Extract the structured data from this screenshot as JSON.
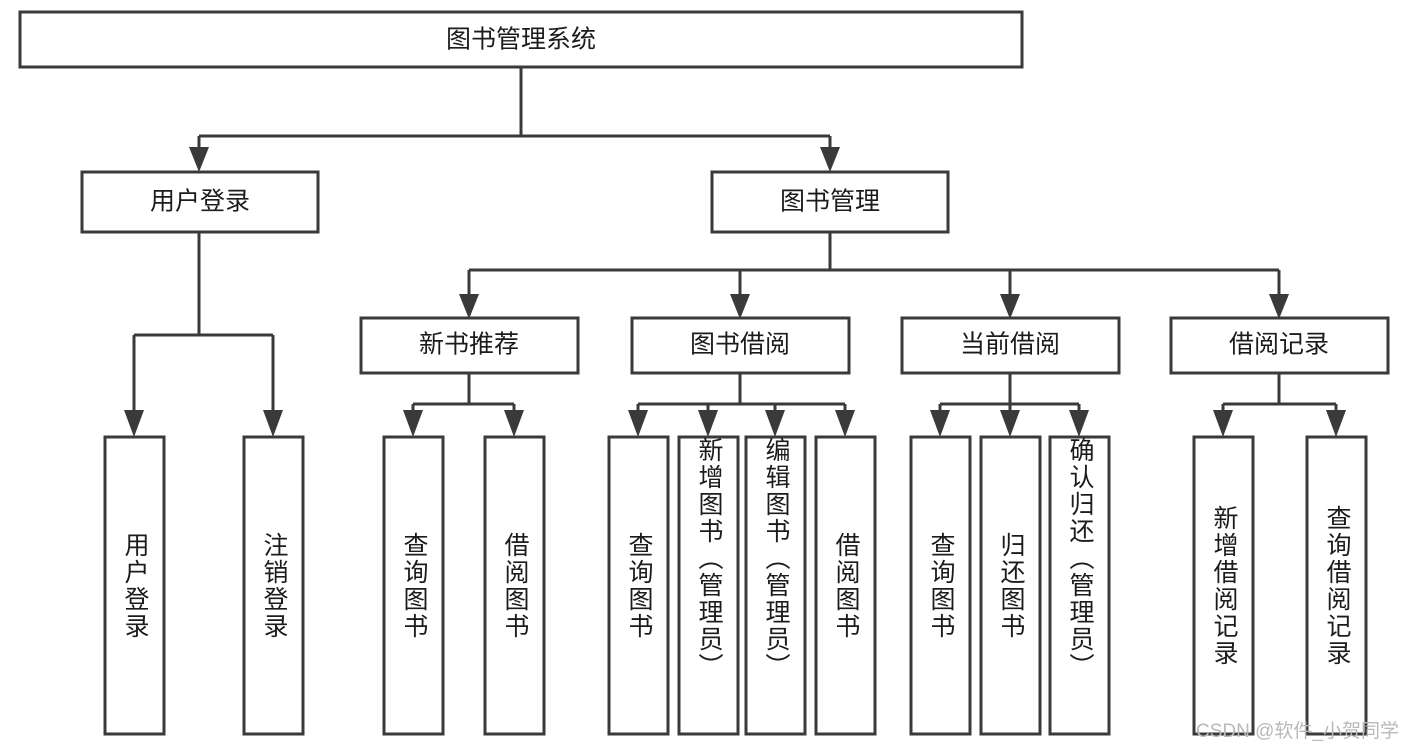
{
  "diagram": {
    "title": "图书管理系统",
    "type": "tree",
    "stroke_color": "#3a3a3a",
    "text_color": "#1c1c1c",
    "background": "#ffffff",
    "root": {
      "label": "图书管理系统",
      "name": "root-node"
    },
    "level1": [
      {
        "label": "用户登录",
        "name": "node-user-login"
      },
      {
        "label": "图书管理",
        "name": "node-book-management"
      }
    ],
    "level2": [
      {
        "label": "新书推荐",
        "name": "node-new-book-recommend"
      },
      {
        "label": "图书借阅",
        "name": "node-book-borrow"
      },
      {
        "label": "当前借阅",
        "name": "node-current-borrow"
      },
      {
        "label": "借阅记录",
        "name": "node-borrow-record"
      }
    ],
    "leaves": {
      "user_login": [
        {
          "label": "用户登录",
          "name": "leaf-user-login"
        },
        {
          "label": "注销登录",
          "name": "leaf-logout"
        }
      ],
      "new_book_recommend": [
        {
          "label": "查询图书",
          "name": "leaf-query-book-1"
        },
        {
          "label": "借阅图书",
          "name": "leaf-borrow-book-1"
        }
      ],
      "book_borrow": [
        {
          "label": "查询图书",
          "name": "leaf-query-book-2"
        },
        {
          "label": "新增图书（管理员）",
          "name": "leaf-add-book-admin"
        },
        {
          "label": "编辑图书（管理员）",
          "name": "leaf-edit-book-admin"
        },
        {
          "label": "借阅图书",
          "name": "leaf-borrow-book-2"
        }
      ],
      "current_borrow": [
        {
          "label": "查询图书",
          "name": "leaf-query-book-3"
        },
        {
          "label": "归还图书",
          "name": "leaf-return-book"
        },
        {
          "label": "确认归还（管理员）",
          "name": "leaf-confirm-return-admin"
        }
      ],
      "borrow_record": [
        {
          "label": "新增借阅记录",
          "name": "leaf-add-borrow-record"
        },
        {
          "label": "查询借阅记录",
          "name": "leaf-query-borrow-record"
        }
      ]
    }
  },
  "watermark": {
    "text": "CSDN @软件_小贺同学"
  }
}
